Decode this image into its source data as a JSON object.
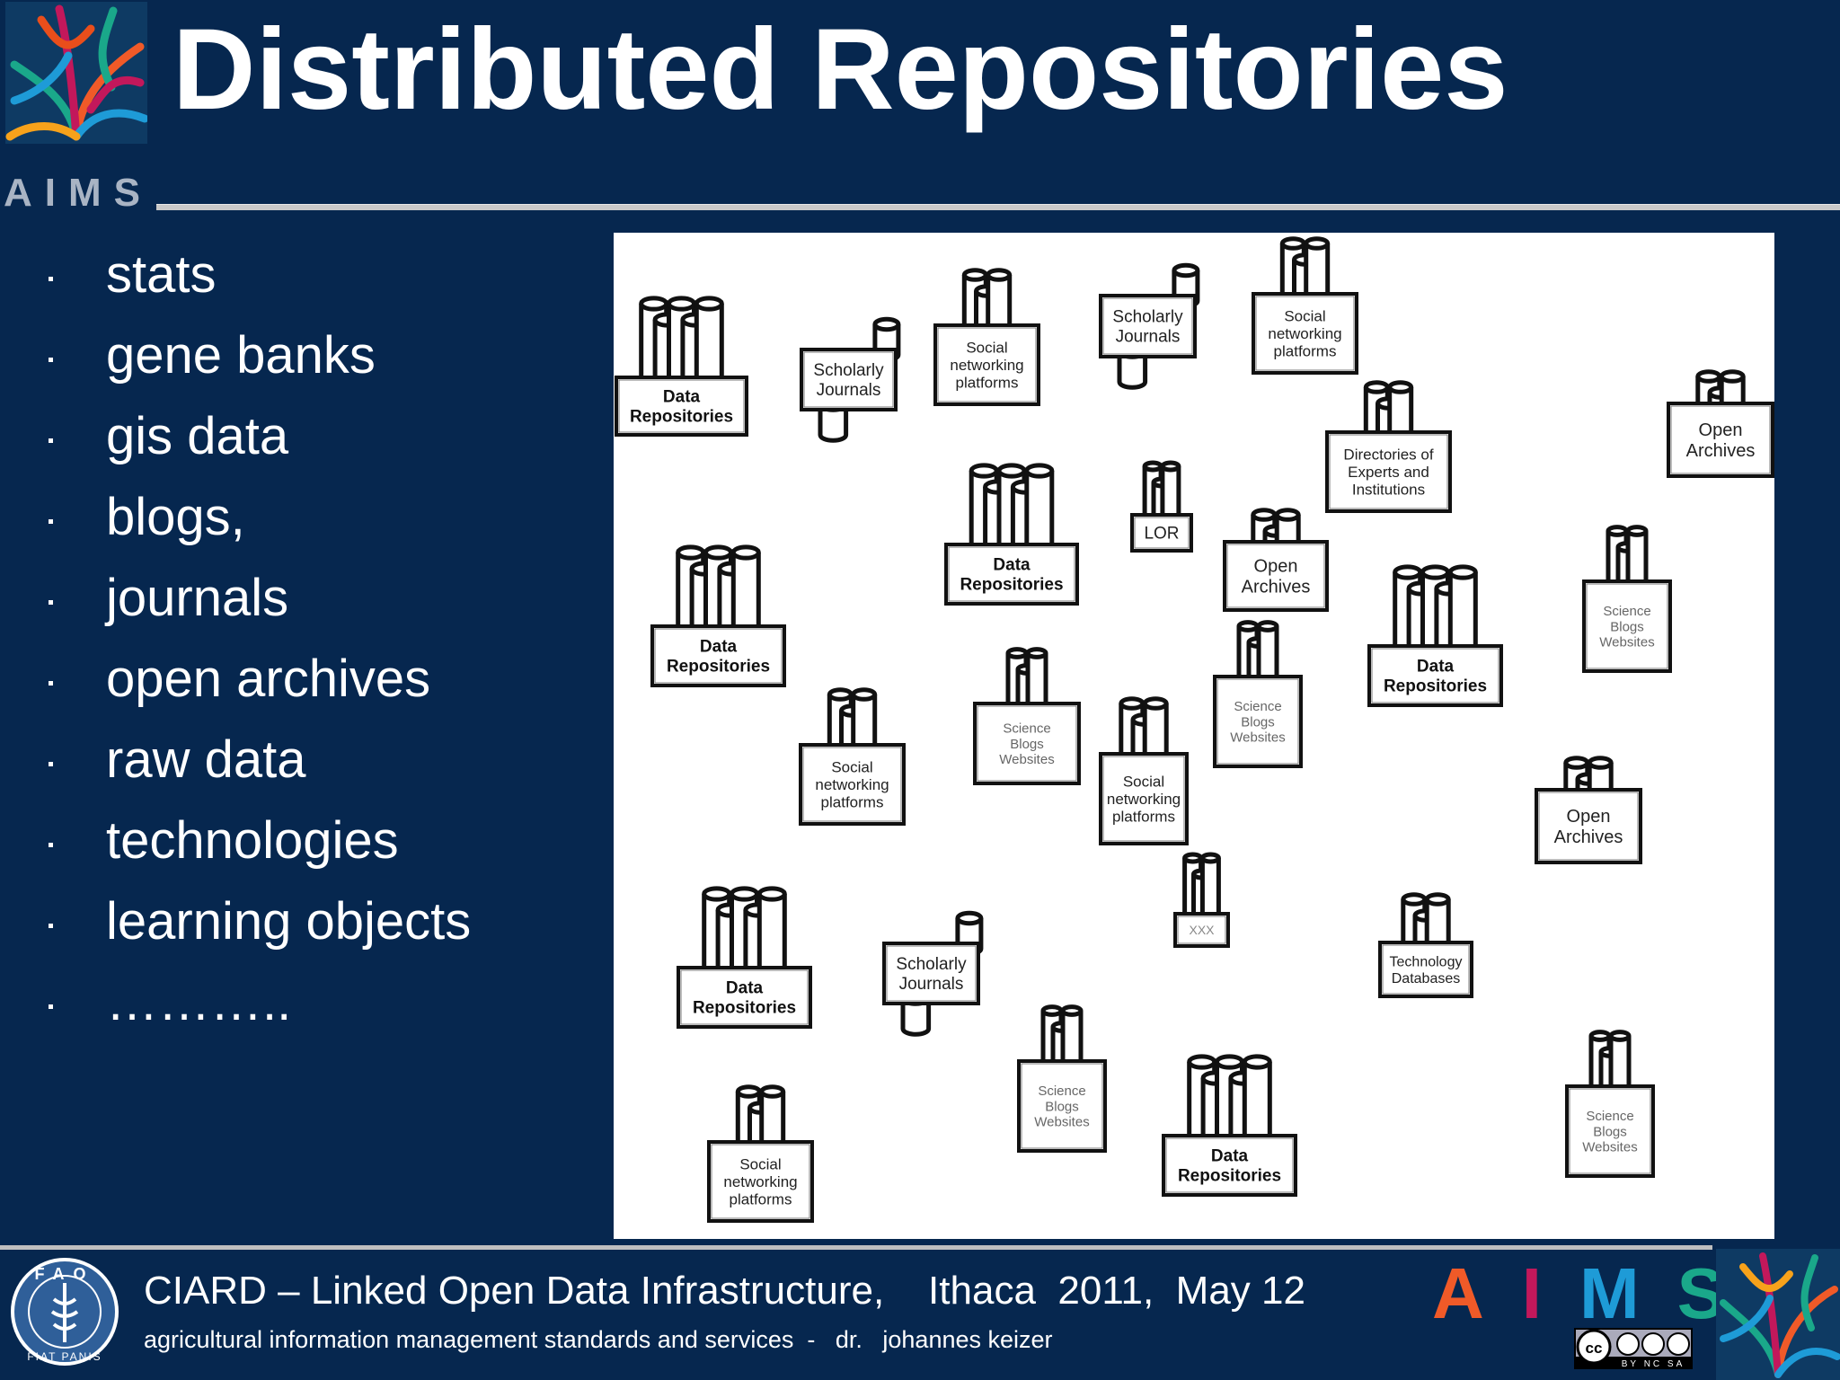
{
  "header": {
    "title": "Distributed Repositories",
    "brand_small": "AIMS"
  },
  "bullets": [
    "stats",
    "gene banks",
    "gis data",
    "blogs,",
    "journals",
    "open archives",
    "raw data",
    "technologies",
    "learning objects",
    "……….."
  ],
  "diagram": {
    "nodes": [
      {
        "kind": "data",
        "lines": [
          "Data",
          "Repositories"
        ]
      },
      {
        "kind": "journal",
        "lines": [
          "Scholarly",
          "Journals"
        ]
      },
      {
        "kind": "social",
        "lines": [
          "Social",
          "networking",
          "platforms"
        ]
      },
      {
        "kind": "journal",
        "lines": [
          "Scholarly",
          "Journals"
        ]
      },
      {
        "kind": "social",
        "lines": [
          "Social",
          "networking",
          "platforms"
        ]
      },
      {
        "kind": "directory",
        "lines": [
          "Directories of",
          "Experts and",
          "Institutions"
        ]
      },
      {
        "kind": "archive",
        "lines": [
          "Open",
          "Archives"
        ]
      },
      {
        "kind": "data",
        "lines": [
          "Data",
          "Repositories"
        ]
      },
      {
        "kind": "lor",
        "lines": [
          "LOR"
        ]
      },
      {
        "kind": "archive",
        "lines": [
          "Open",
          "Archives"
        ]
      },
      {
        "kind": "data",
        "lines": [
          "Data",
          "Repositories"
        ]
      },
      {
        "kind": "science",
        "lines": [
          "Science",
          "Blogs",
          "Websites"
        ]
      },
      {
        "kind": "data",
        "lines": [
          "Data",
          "Repositories"
        ]
      },
      {
        "kind": "social",
        "lines": [
          "Social",
          "networking",
          "platforms"
        ]
      },
      {
        "kind": "science",
        "lines": [
          "Science",
          "Blogs",
          "Websites"
        ]
      },
      {
        "kind": "social",
        "lines": [
          "Social",
          "networking",
          "platforms"
        ]
      },
      {
        "kind": "science",
        "lines": [
          "Science",
          "Blogs",
          "Websites"
        ]
      },
      {
        "kind": "archive",
        "lines": [
          "Open",
          "Archives"
        ]
      },
      {
        "kind": "data",
        "lines": [
          "Data",
          "Repositories"
        ]
      },
      {
        "kind": "journal",
        "lines": [
          "Scholarly",
          "Journals"
        ]
      },
      {
        "kind": "xxx",
        "lines": [
          "XXX"
        ]
      },
      {
        "kind": "tech",
        "lines": [
          "Technology",
          "Databases"
        ]
      },
      {
        "kind": "science",
        "lines": [
          "Science",
          "Blogs",
          "Websites"
        ]
      },
      {
        "kind": "data",
        "lines": [
          "Data",
          "Repositories"
        ]
      },
      {
        "kind": "science",
        "lines": [
          "Science",
          "Blogs",
          "Websites"
        ]
      },
      {
        "kind": "social",
        "lines": [
          "Social",
          "networking",
          "platforms"
        ]
      }
    ]
  },
  "footer": {
    "line1": "CIARD – Linked Open Data Infrastructure,    Ithaca  2011,  May 12",
    "line2": "agricultural information management standards and services  -   dr.   johannes keizer",
    "aims_letters": [
      {
        "ch": "A",
        "color": "#f05a28"
      },
      {
        "ch": "I",
        "color": "#c2185b"
      },
      {
        "ch": "M",
        "color": "#1e9bd7"
      },
      {
        "ch": "S",
        "color": "#1aa88a"
      }
    ],
    "fao_text": "FAO",
    "fao_motto": "FIAT PANIS",
    "license": "BY NC SA"
  }
}
